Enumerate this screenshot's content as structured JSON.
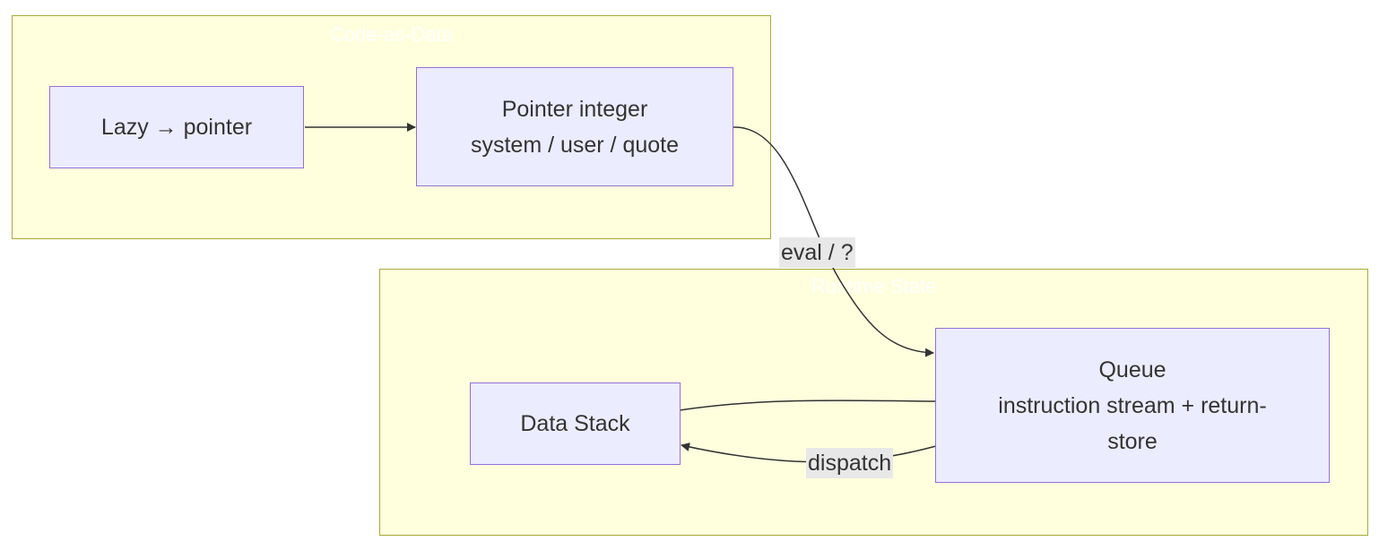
{
  "clusters": {
    "code_as_data": {
      "title": "Code-as-Data"
    },
    "runtime_state": {
      "title": "Runtime State"
    }
  },
  "nodes": {
    "lazy": {
      "label": "Lazy → pointer"
    },
    "pointer": {
      "line1": "Pointer integer",
      "line2": "system / user / quote"
    },
    "data_stack": {
      "label": "Data Stack"
    },
    "queue": {
      "line1": "Queue",
      "line2": "instruction stream + return-",
      "line3": "store"
    }
  },
  "edges": {
    "pointer_to_queue": {
      "label": "eval / ?"
    },
    "queue_to_stack": {
      "label": "dispatch"
    }
  },
  "colors": {
    "cluster_fill": "#ffffde",
    "cluster_border": "#aaaa33",
    "node_fill": "#ececff",
    "node_border": "#9370db",
    "edge": "#333333",
    "label_bg": "#e8e8e8"
  }
}
